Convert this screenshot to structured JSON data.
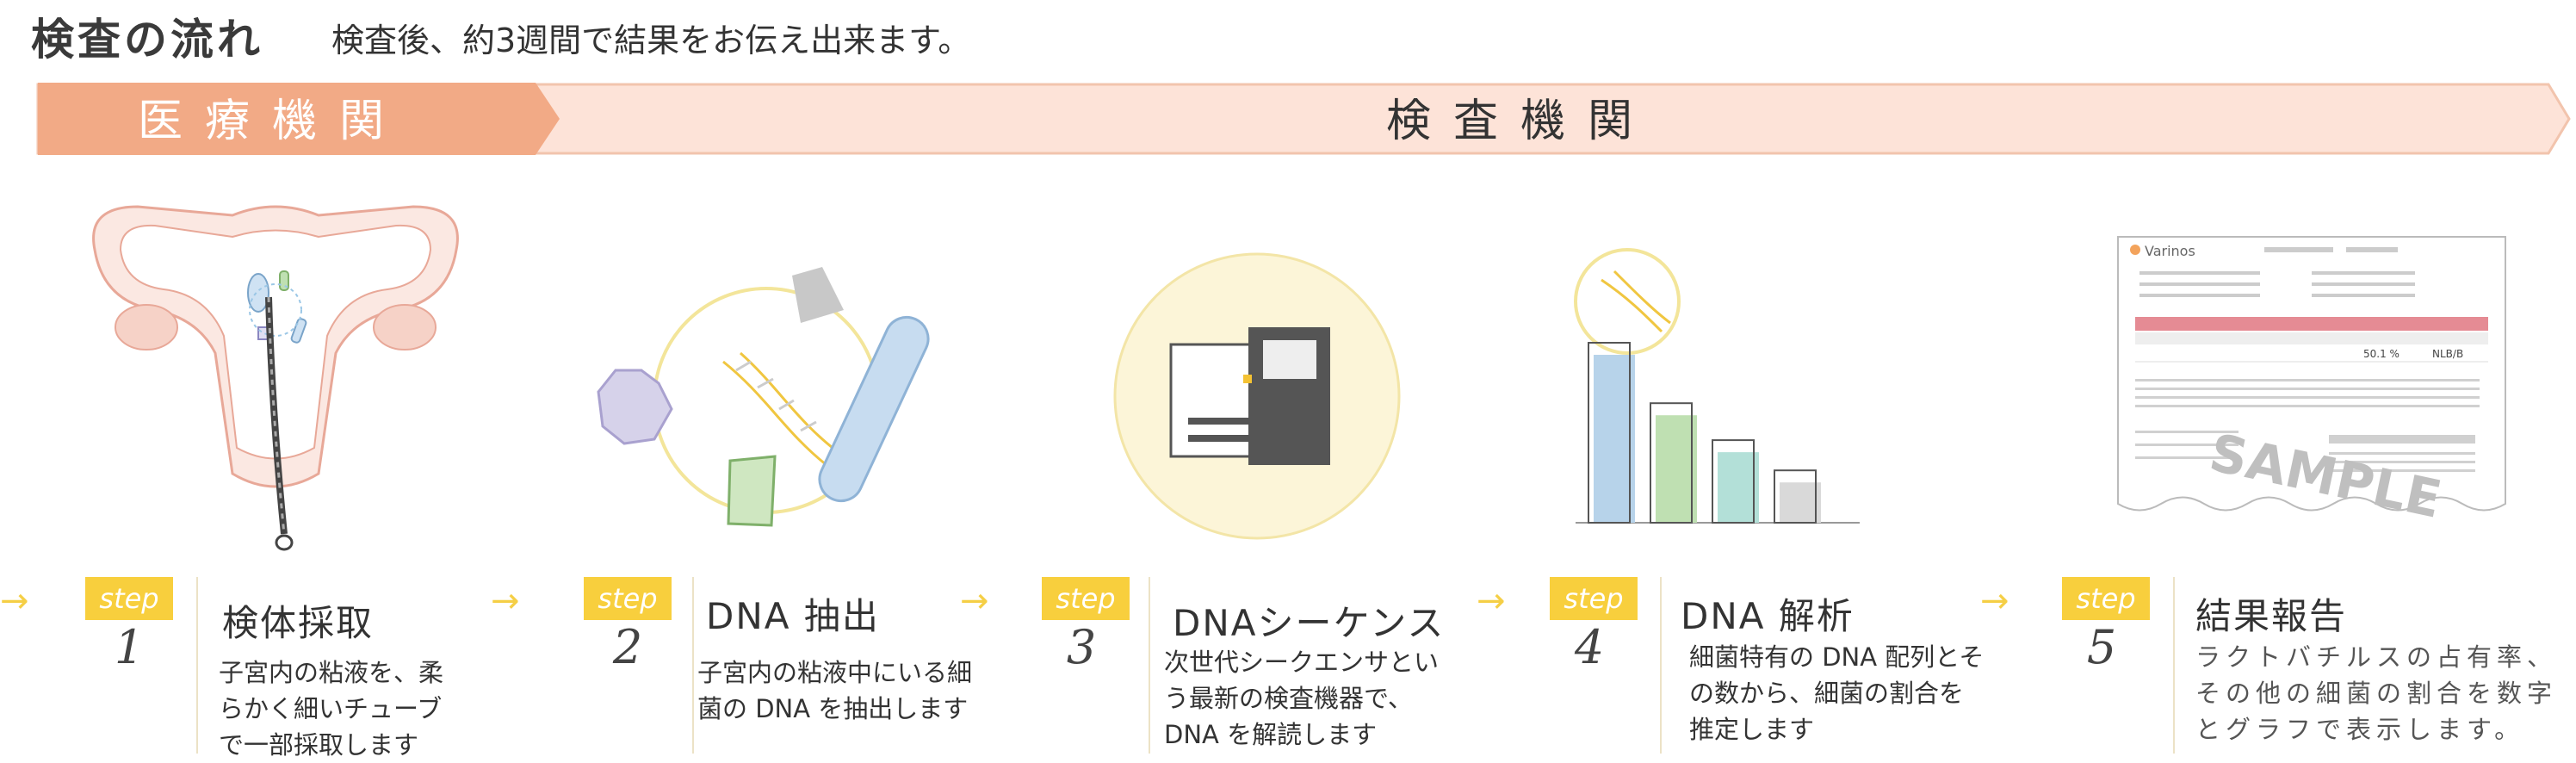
{
  "header": {
    "title": "検査の流れ",
    "subtitle": "検査後、約3週間で結果をお伝え出来ます。"
  },
  "banner": {
    "clinic_label": "医療機関",
    "lab_label": "検査機関",
    "colors": {
      "clinic": "#f2aa86",
      "lab": "#fde3d8",
      "border": "#f2c4ad"
    }
  },
  "badge_color": "#f8cf3d",
  "steps": [
    {
      "badge": "step",
      "number": "1",
      "title": "検体採取",
      "desc": [
        "子宮内の粘液を、柔",
        "らかく細いチューブ",
        "で一部採取します"
      ]
    },
    {
      "badge": "step",
      "number": "2",
      "title": "DNA 抽出",
      "desc": [
        "子宮内の粘液中にいる細",
        "菌の DNA を抽出します"
      ]
    },
    {
      "badge": "step",
      "number": "3",
      "title": "DNAシーケンス",
      "desc": [
        "次世代シークエンサとい",
        "う最新の検査機器で、",
        "DNA を解読します"
      ]
    },
    {
      "badge": "step",
      "number": "4",
      "title": "DNA 解析",
      "desc": [
        "細菌特有の DNA 配列とそ",
        "の数から、細菌の割合を",
        "推定します"
      ]
    },
    {
      "badge": "step",
      "number": "5",
      "title": "結果報告",
      "desc": [
        "ラクトバチルスの占有率、",
        "その他の細菌の割合を数字",
        "とグラフで表示します。"
      ]
    }
  ],
  "report": {
    "logo": "Varinos",
    "watermark": "SAMPLE",
    "value_1": "50.1 %",
    "value_2": "NLB/B"
  },
  "bar_chart": {
    "type": "bar",
    "values": [
      100,
      64,
      42,
      24
    ],
    "colors": [
      "#b7d3ea",
      "#bfe0b2",
      "#b3e0d8",
      "#d9d9d9"
    ]
  }
}
